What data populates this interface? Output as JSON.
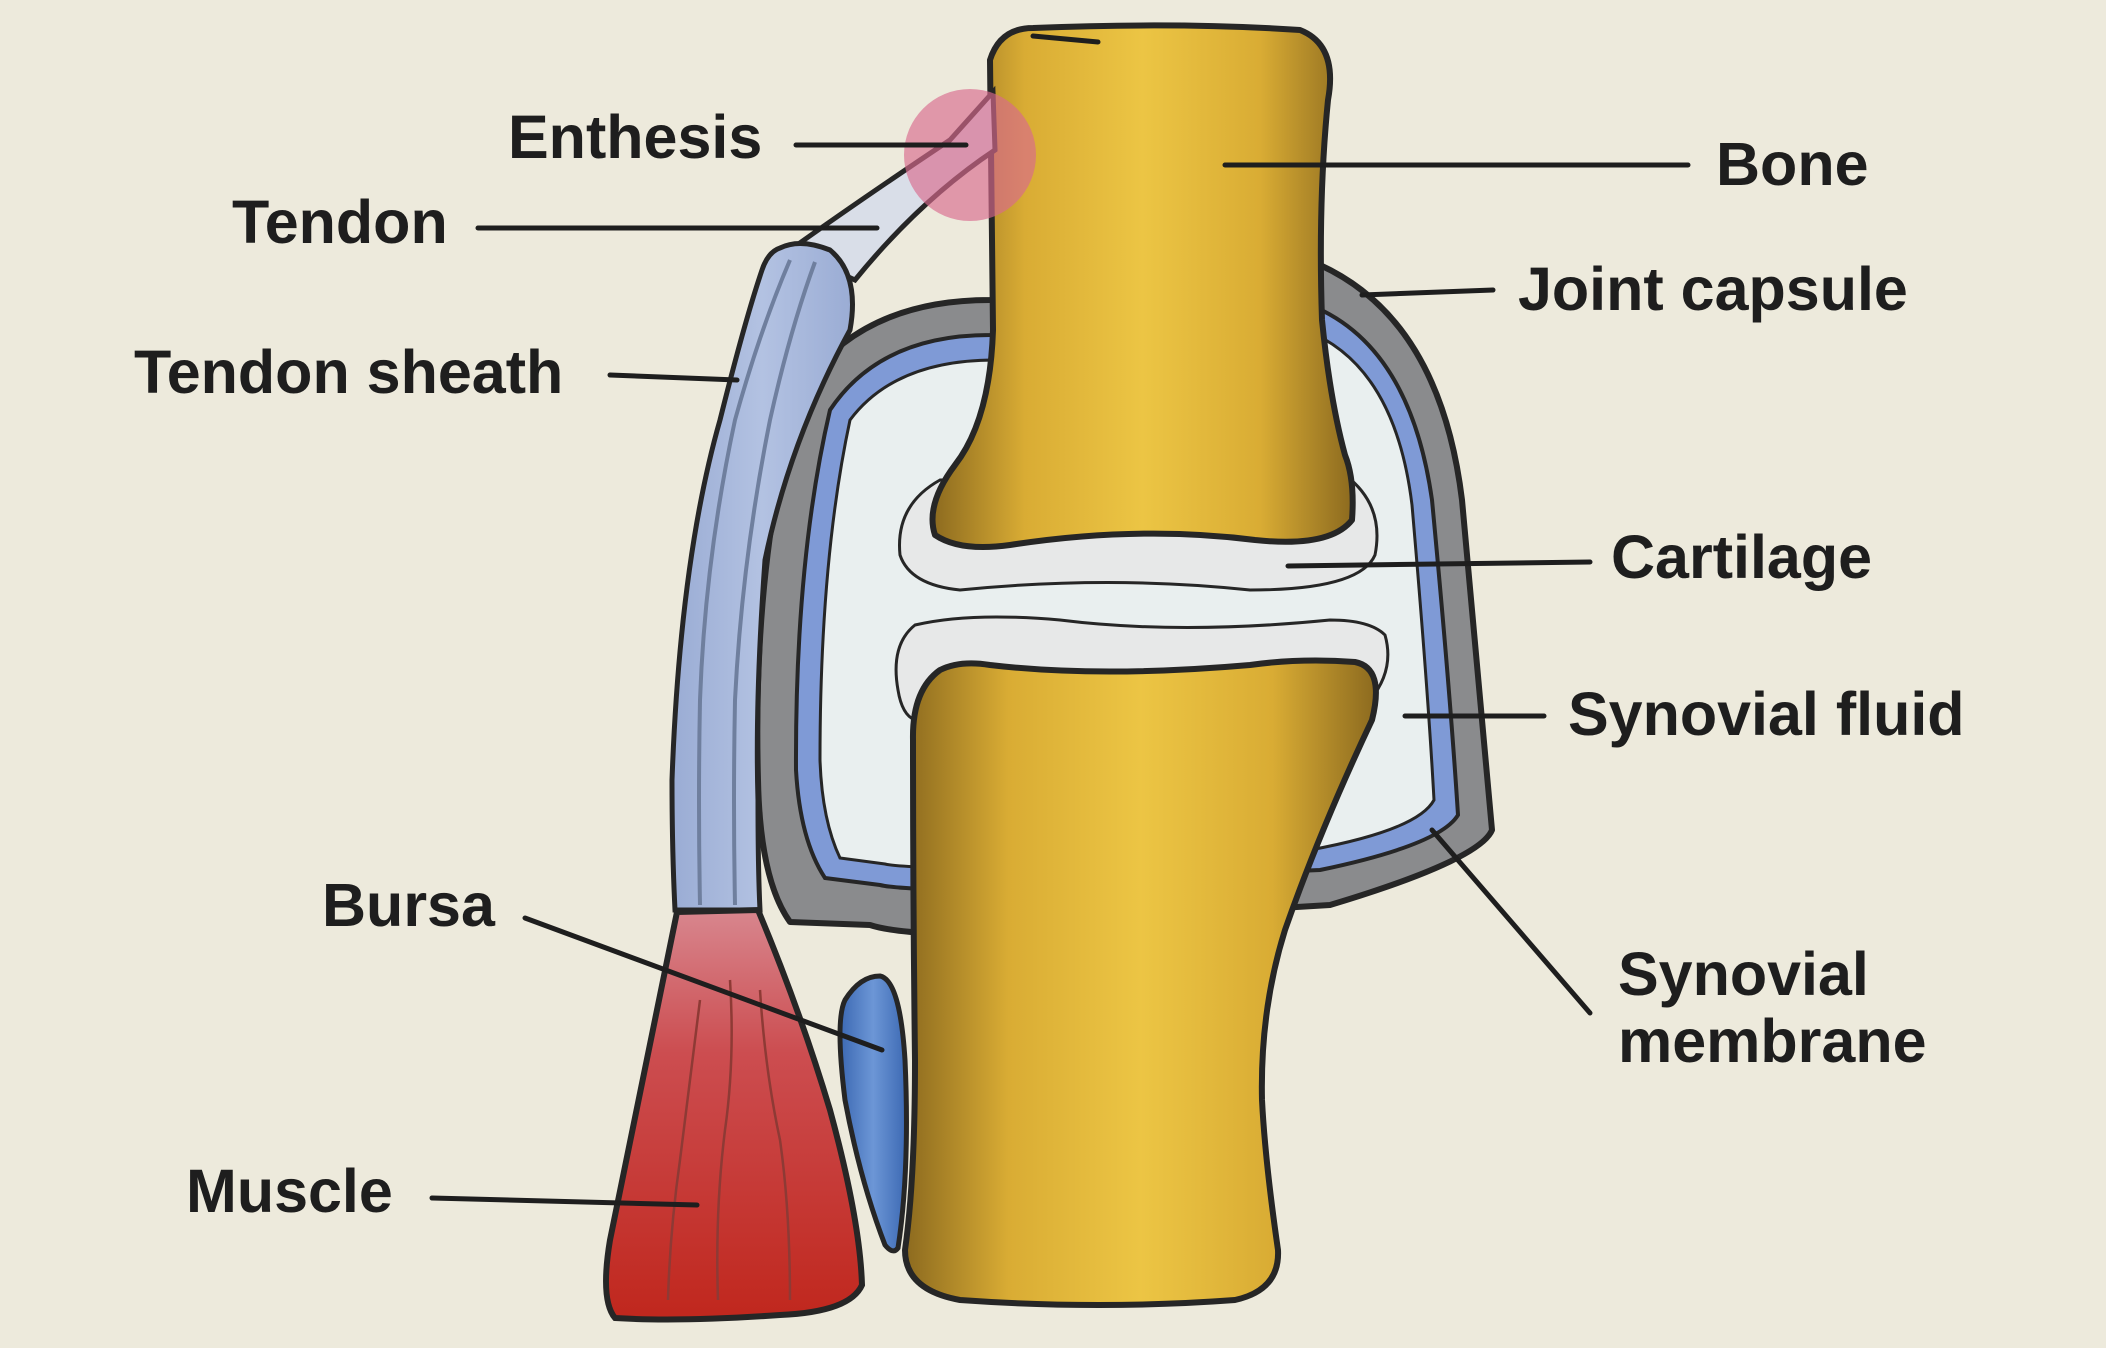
{
  "labels": {
    "enthesis": "Enthesis",
    "tendon": "Tendon",
    "tendon_sheath": "Tendon sheath",
    "bursa": "Bursa",
    "muscle": "Muscle",
    "bone": "Bone",
    "joint_capsule": "Joint capsule",
    "cartilage": "Cartilage",
    "synovial_fluid": "Synovial fluid",
    "synovial_membrane_line1": "Synovial",
    "synovial_membrane_line2": "membrane"
  },
  "colors": {
    "background": "#edeadc",
    "bone_light": "#ecc544",
    "bone_dark": "#8c6a1f",
    "cartilage": "#e7e8e8",
    "synovial_fluid": "#e9efef",
    "synovial_membrane": "#7f9ad6",
    "joint_capsule": "#8a8b8d",
    "tendon_sheath": "#a7b7da",
    "muscle_top": "#d8868e",
    "muscle_bottom": "#c0271d",
    "bursa": "#4a7bc4",
    "enthesis": "#d96a8e"
  }
}
